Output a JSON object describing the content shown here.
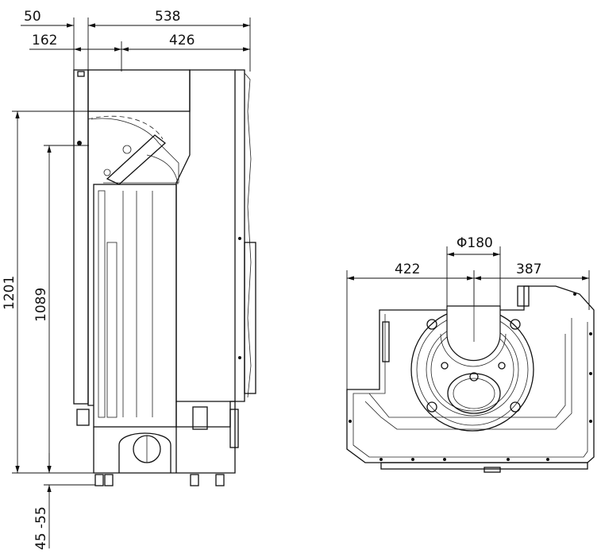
{
  "side_view": {
    "dimensions": {
      "offset_top": "50",
      "total_depth": "538",
      "flue_offset": "162",
      "rear_depth": "426",
      "total_height": "1201",
      "flue_height": "1089",
      "leg_adjust": "45 -55"
    }
  },
  "top_view": {
    "dimensions": {
      "flue_diameter": "Φ180",
      "left_width": "422",
      "right_width": "387"
    }
  }
}
